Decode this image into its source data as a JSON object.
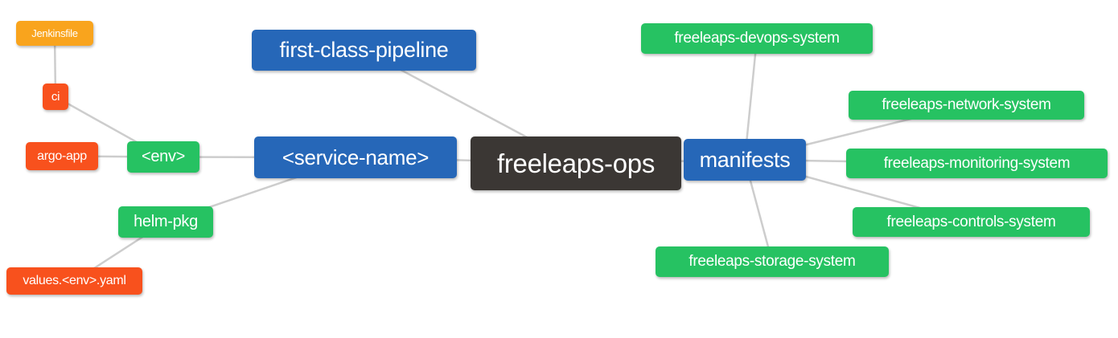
{
  "diagram": {
    "title": "freeleaps-ops mind map",
    "background": "#ffffff",
    "edge_color": "#cdcdcd",
    "colors": {
      "orange": "#f9a41d",
      "red": "#f8511d",
      "green": "#26c262",
      "blue": "#2667b8",
      "dark": "#3b3734"
    },
    "root": "freeleaps-ops",
    "nodes": [
      {
        "id": "jenkinsfile",
        "label": "Jenkinsfile",
        "color": "orange"
      },
      {
        "id": "ci",
        "label": "ci",
        "color": "red"
      },
      {
        "id": "argo-app",
        "label": "argo-app",
        "color": "red"
      },
      {
        "id": "env",
        "label": "<env>",
        "color": "green"
      },
      {
        "id": "service-name",
        "label": "<service-name>",
        "color": "blue"
      },
      {
        "id": "first-class-pipeline",
        "label": "first-class-pipeline",
        "color": "blue"
      },
      {
        "id": "freeleaps-ops",
        "label": "freeleaps-ops",
        "color": "dark"
      },
      {
        "id": "manifests",
        "label": "manifests",
        "color": "blue"
      },
      {
        "id": "freeleaps-devops-system",
        "label": "freeleaps-devops-system",
        "color": "green"
      },
      {
        "id": "freeleaps-network-system",
        "label": "freeleaps-network-system",
        "color": "green"
      },
      {
        "id": "freeleaps-monitoring-system",
        "label": "freeleaps-monitoring-system",
        "color": "green"
      },
      {
        "id": "freeleaps-controls-system",
        "label": "freeleaps-controls-system",
        "color": "green"
      },
      {
        "id": "freeleaps-storage-system",
        "label": "freeleaps-storage-system",
        "color": "green"
      },
      {
        "id": "helm-pkg",
        "label": "helm-pkg",
        "color": "green"
      },
      {
        "id": "values-env-yaml",
        "label": "values.<env>.yaml",
        "color": "red"
      }
    ],
    "edges": [
      [
        "jenkinsfile",
        "ci"
      ],
      [
        "ci",
        "env"
      ],
      [
        "argo-app",
        "env"
      ],
      [
        "env",
        "service-name"
      ],
      [
        "service-name",
        "helm-pkg"
      ],
      [
        "helm-pkg",
        "values-env-yaml"
      ],
      [
        "service-name",
        "freeleaps-ops"
      ],
      [
        "first-class-pipeline",
        "freeleaps-ops"
      ],
      [
        "freeleaps-ops",
        "manifests"
      ],
      [
        "manifests",
        "freeleaps-devops-system"
      ],
      [
        "manifests",
        "freeleaps-network-system"
      ],
      [
        "manifests",
        "freeleaps-monitoring-system"
      ],
      [
        "manifests",
        "freeleaps-controls-system"
      ],
      [
        "manifests",
        "freeleaps-storage-system"
      ]
    ]
  }
}
